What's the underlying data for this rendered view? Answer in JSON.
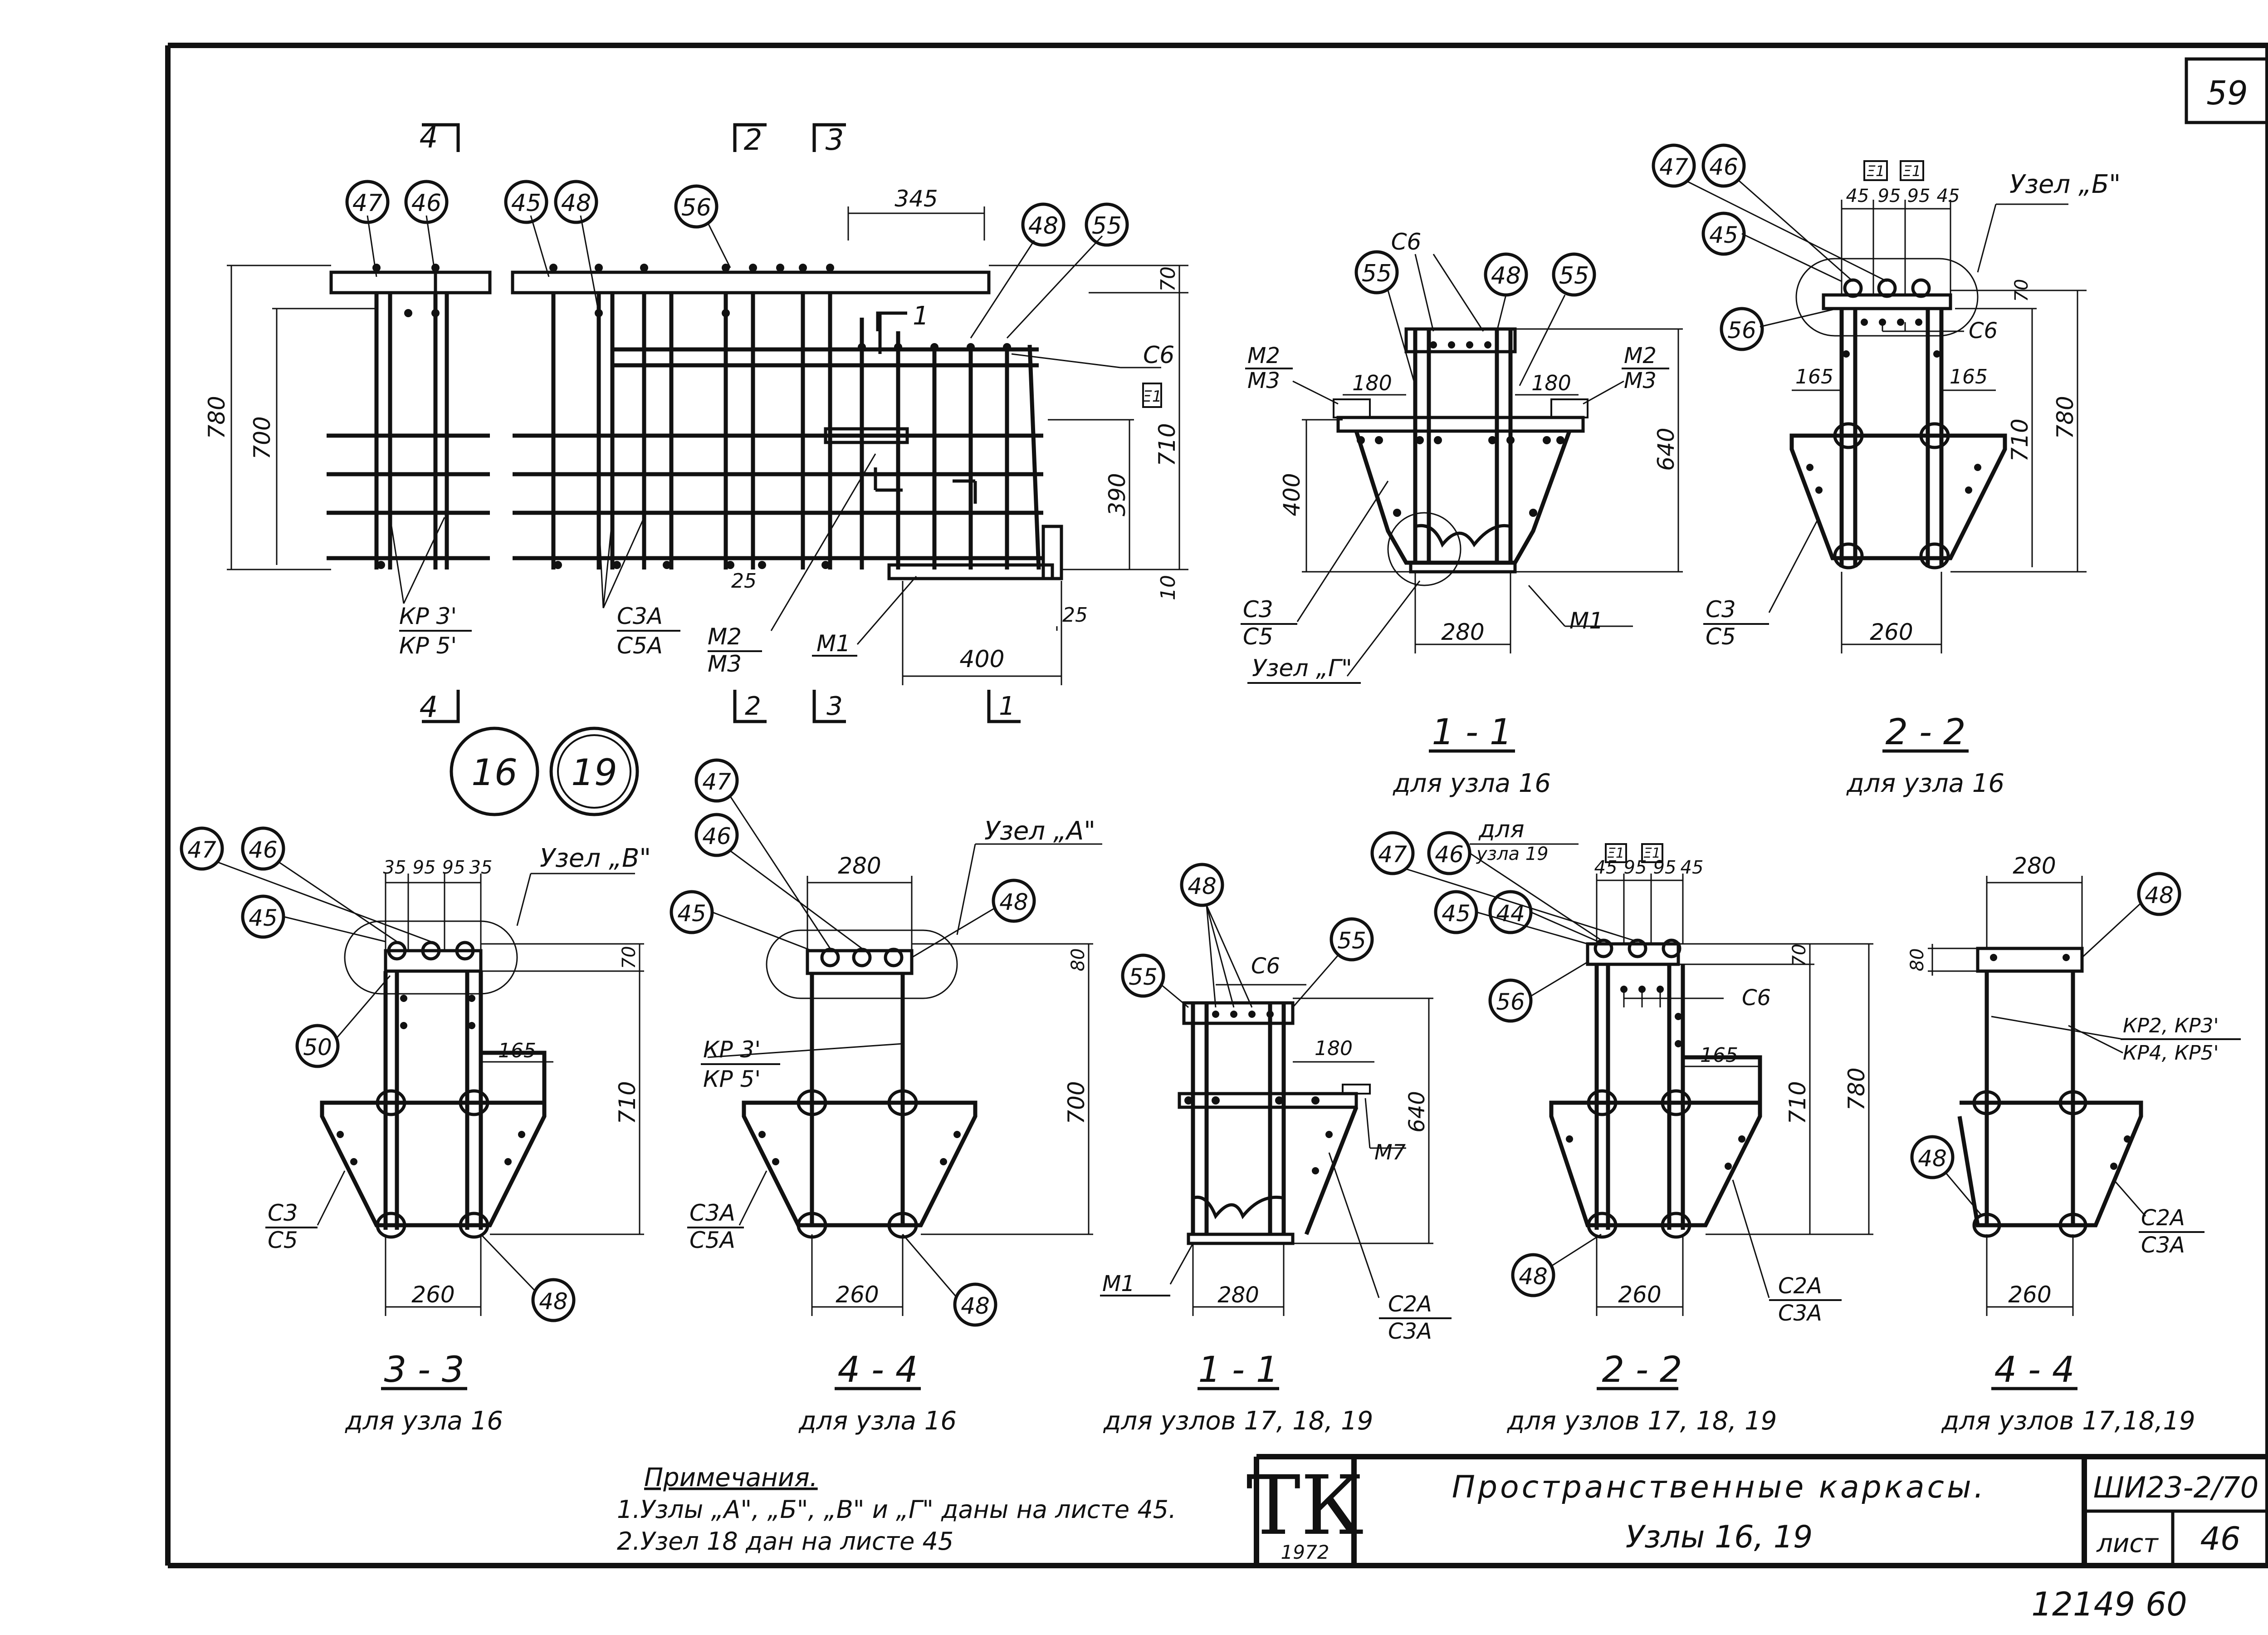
{
  "sheet": {
    "number_top": "59",
    "code": "ШИ23-2/70",
    "sheet_label": "лист",
    "sheet_no": "46",
    "logo": "ТК",
    "logo_year": "1972",
    "title_line1": "Пространственные каркасы.",
    "title_line2": "Узлы 16, 19",
    "bottom_numbers": "12149   60"
  },
  "notes": {
    "heading": "Примечания.",
    "line1": "1.Узлы „А\", „Б\", „В\" и „Г\" даны на листе 45.",
    "line2": "2.Узел 18 дан на листе 45"
  },
  "elevation": {
    "markers": {
      "m1": "47",
      "m2": "46",
      "m3": "45",
      "m4": "48",
      "m5": "56",
      "m6": "48",
      "m7": "55"
    },
    "section_marks": {
      "top4": "4",
      "top2": "2",
      "top3": "3",
      "mid1": "1",
      "bot4": "4",
      "bot2": "2",
      "bot3": "3",
      "bot1": "1"
    },
    "dims": {
      "d345": "345",
      "d780": "780",
      "d700": "700",
      "d70": "70",
      "d710": "710",
      "d390": "390",
      "d10": "10",
      "d25a": "25",
      "d25b": "25",
      "d400": "400"
    },
    "labels": {
      "c6": "С6",
      "kr3": "КР 3'",
      "kr5": "КР 5'",
      "c3a": "С3А",
      "c5a": "С5А",
      "m2": "М2",
      "m3": "М3",
      "m1": "М1",
      "flag": "Ξ1"
    },
    "circles": {
      "c16": "16",
      "c19": "19"
    }
  },
  "sec11_16": {
    "title": "1 - 1",
    "subtitle": "для узла 16",
    "markers": {
      "a": "55",
      "b": "48",
      "c": "55"
    },
    "labels": {
      "c6": "С6",
      "m2l": "М2",
      "m3l": "М3",
      "m2r": "М2",
      "m3r": "М3",
      "c3": "С3",
      "c5": "С5",
      "m1": "М1",
      "uzel": "Узел „Г\""
    },
    "dims": {
      "d180a": "180",
      "d180b": "180",
      "d400": "400",
      "d640": "640",
      "d280": "280"
    }
  },
  "sec22_16": {
    "title": "2 - 2",
    "subtitle": "для узла 16",
    "markers": {
      "a": "47",
      "b": "46",
      "c": "45",
      "d": "56"
    },
    "labels": {
      "uzel": "Узел „Б\"",
      "c6": "С6",
      "c3": "С3",
      "c5": "С5",
      "f1": "Ξ1",
      "f2": "Ξ1"
    },
    "dims": {
      "t1": "45",
      "t2": "95",
      "t3": "95",
      "t4": "45",
      "d165a": "165",
      "d165b": "165",
      "d70": "70",
      "d710": "710",
      "d780": "780",
      "d260": "260"
    }
  },
  "sec33_16": {
    "title": "3 - 3",
    "subtitle": "для узла 16",
    "markers": {
      "a": "47",
      "b": "46",
      "c": "45",
      "d": "50",
      "e": "48"
    },
    "labels": {
      "uzel": "Узел „В\"",
      "c3": "С3",
      "c5": "С5"
    },
    "dims": {
      "t1": "35",
      "t2": "95",
      "t3": "95",
      "t4": "35",
      "d70": "70",
      "d165": "165",
      "d710": "710",
      "d260": "260"
    }
  },
  "sec44_16": {
    "title": "4 - 4",
    "subtitle": "для узла 16",
    "markers": {
      "a": "47",
      "b": "46",
      "c": "45",
      "d": "48",
      "e": "48"
    },
    "labels": {
      "uzel": "Узел „А\"",
      "kr3": "КР 3'",
      "kr5": "КР 5'",
      "c3a": "С3А",
      "c5a": "С5А"
    },
    "dims": {
      "d280": "280",
      "d80": "80",
      "d700": "700",
      "d260": "260"
    }
  },
  "sec11_17": {
    "title": "1 - 1",
    "subtitle": "для узлов 17, 18, 19",
    "markers": {
      "a": "48",
      "b": "55",
      "c": "55"
    },
    "labels": {
      "c6": "С6",
      "m7": "М7",
      "m1": "М1",
      "c2a": "С2А",
      "c3a": "С3А"
    },
    "dims": {
      "d180": "180",
      "d640": "640",
      "d280": "280"
    }
  },
  "sec22_17": {
    "title": "2 - 2",
    "subtitle": "для узлов 17, 18, 19",
    "markers": {
      "a": "47",
      "b": "46",
      "c": "45",
      "d": "44",
      "e": "56",
      "f": "48"
    },
    "labels": {
      "dlya": "для",
      "uzla19": "узла 19",
      "c6": "С6",
      "c2a": "С2А",
      "c3a": "С3А",
      "f1": "Ξ1",
      "f2": "Ξ1"
    },
    "dims": {
      "t1": "45",
      "t2": "95",
      "t3": "95",
      "t4": "45",
      "d70": "70",
      "d165": "165",
      "d710": "710",
      "d780": "780",
      "d260": "260"
    }
  },
  "sec44_17": {
    "title": "4 - 4",
    "subtitle": "для узлов 17,18,19",
    "markers": {
      "a": "48",
      "b": "48"
    },
    "labels": {
      "kr2": "КР2, КР3'",
      "kr4": "КР4, КР5'",
      "c2a": "С2А",
      "c3a": "С3А"
    },
    "dims": {
      "d280": "280",
      "d80": "80",
      "d260": "260"
    }
  }
}
